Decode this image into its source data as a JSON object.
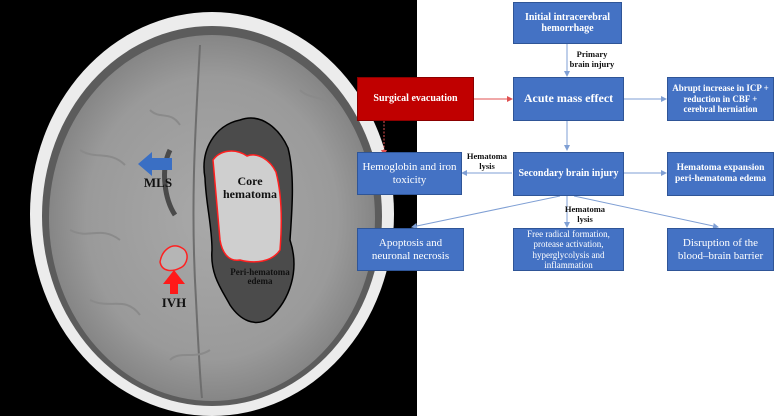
{
  "ct_image": {
    "core_label": "Core\nhematoma",
    "edema_label": "Peri-hematoma\nedema",
    "mls_label": "MLS",
    "ivh_label": "IVH"
  },
  "flowchart": {
    "initial": "Initial intracerebral hemorrhage",
    "primary_injury": "Primary brain injury",
    "surgical": "Surgical evacuation",
    "mass_effect": "Acute mass effect",
    "icp": "Abrupt increase in ICP + reduction in CBF + cerebral herniation",
    "secondary": "Secondary brain injury",
    "hemoglobin": "Hemoglobin and iron toxicity",
    "expansion": "Hematoma expansion peri-hematoma edema",
    "lysis_left": "Hematoma\nlysis",
    "lysis_center": "Hematoma\nlysis",
    "apoptosis": "Apoptosis and neuronal necrosis",
    "free_radical": "Free radical formation, protease activation, hyperglycolysis  and inflammation",
    "bbb": "Disruption of the blood–brain barrier"
  },
  "colors": {
    "box_blue": "#4472c4",
    "box_red": "#c00000",
    "arrow_blue": "#7f9fd4",
    "arrow_red": "#e05050",
    "outline_red": "#ff2020",
    "mls_arrow": "#3a6fc4",
    "ivh_arrow": "#ff1a1a"
  }
}
